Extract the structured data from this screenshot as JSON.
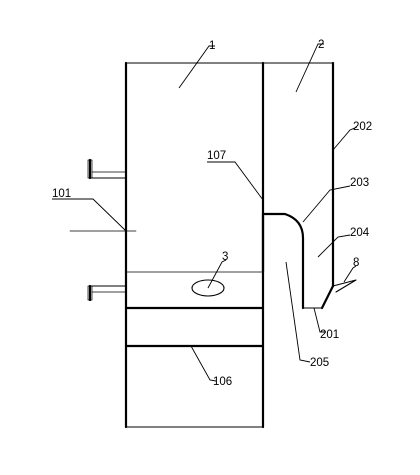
{
  "labels": {
    "l1": "1",
    "l2": "2",
    "l202": "202",
    "l107": "107",
    "l203": "203",
    "l101": "101",
    "l204": "204",
    "l3": "3",
    "l8": "8",
    "l201": "201",
    "l205": "205",
    "l106": "106"
  }
}
